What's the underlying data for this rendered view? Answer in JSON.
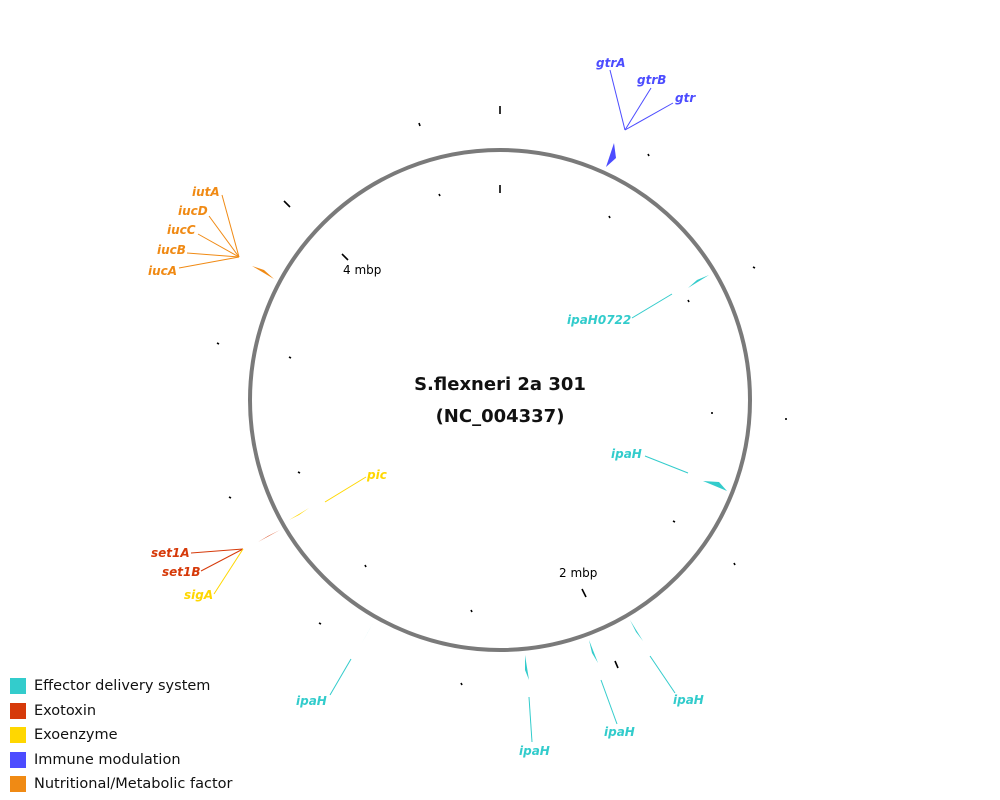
{
  "title": {
    "line1": "S.flexneri 2a 301",
    "line2": "(NC_004337)"
  },
  "scale_labels": {
    "m4": "4 mbp",
    "m2": "2 mbp"
  },
  "genes": {
    "gtrA": "gtrA",
    "gtrB": "gtrB",
    "gtr": "gtr",
    "ipaH0722": "ipaH0722",
    "ipaH": "ipaH",
    "iutA": "iutA",
    "iucD": "iucD",
    "iucC": "iucC",
    "iucB": "iucB",
    "iucA": "iucA",
    "pic": "pic",
    "set1A": "set1A",
    "set1B": "set1B",
    "sigA": "sigA"
  },
  "legend": [
    {
      "label": "Effector delivery system",
      "color": "#33cccc"
    },
    {
      "label": "Exotoxin",
      "color": "#d63a0a"
    },
    {
      "label": "Exoenzyme",
      "color": "#ffd700"
    },
    {
      "label": "Immune modulation",
      "color": "#4c4cff"
    },
    {
      "label": "Nutritional/Metabolic factor",
      "color": "#f08a14"
    }
  ],
  "colors": {
    "effector": "#33cccc",
    "exotoxin": "#d63a0a",
    "exoenzyme": "#ffd700",
    "immune": "#4c4cff",
    "nutritional": "#f08a14",
    "circle": "#7a7a7a"
  }
}
